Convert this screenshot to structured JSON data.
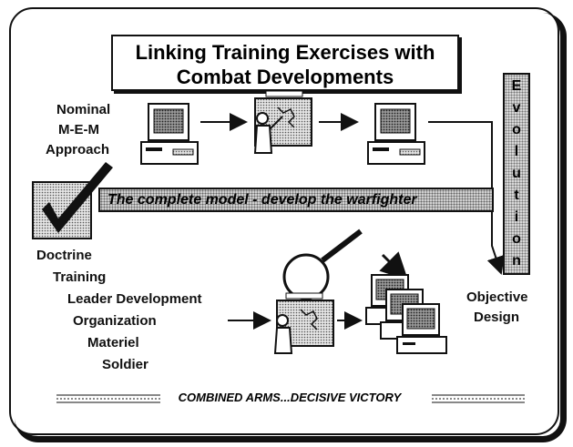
{
  "title": {
    "line1": "Linking Training Exercises with",
    "line2": "Combat Developments"
  },
  "nominal": {
    "line1": "Nominal",
    "line2": "M-E-M",
    "line3": "Approach"
  },
  "banner": "The complete model - develop the warfighter",
  "evolution": [
    "E",
    "v",
    "o",
    "l",
    "u",
    "t",
    "i",
    "o",
    "n"
  ],
  "dotmls": [
    "Doctrine",
    "Training",
    "Leader Development",
    "Organization",
    "Materiel",
    "Soldier"
  ],
  "objective": {
    "line1": "Objective",
    "line2": "Design"
  },
  "footer": "COMBINED ARMS...DECISIVE VICTORY"
}
